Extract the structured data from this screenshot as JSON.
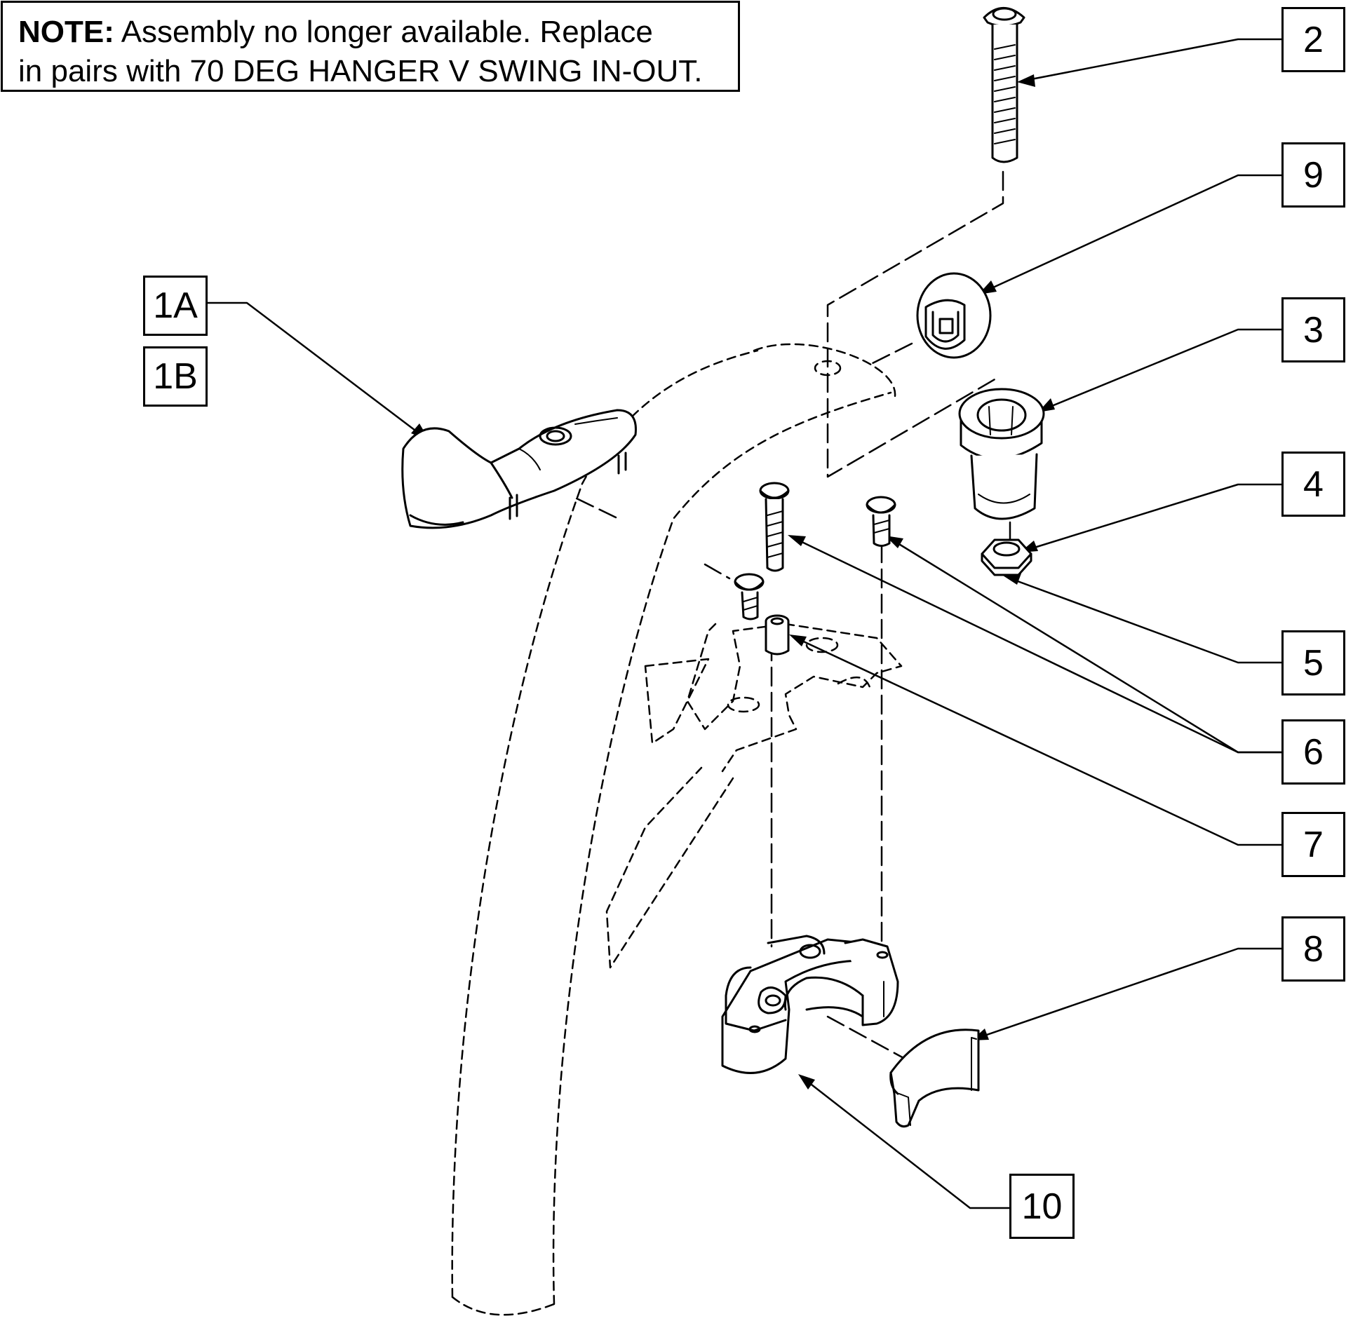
{
  "note": {
    "label": "NOTE:",
    "line1": "Assembly no longer available. Replace",
    "line2": "in pairs with 70 DEG HANGER V SWING IN-OUT."
  },
  "callouts": {
    "c1A": "1A",
    "c1B": "1B",
    "c2": "2",
    "c3": "3",
    "c4": "4",
    "c5": "5",
    "c6": "6",
    "c7": "7",
    "c8": "8",
    "c9": "9",
    "c10": "10"
  },
  "colors": {
    "line": "#000000",
    "fill": "#ffffff"
  }
}
